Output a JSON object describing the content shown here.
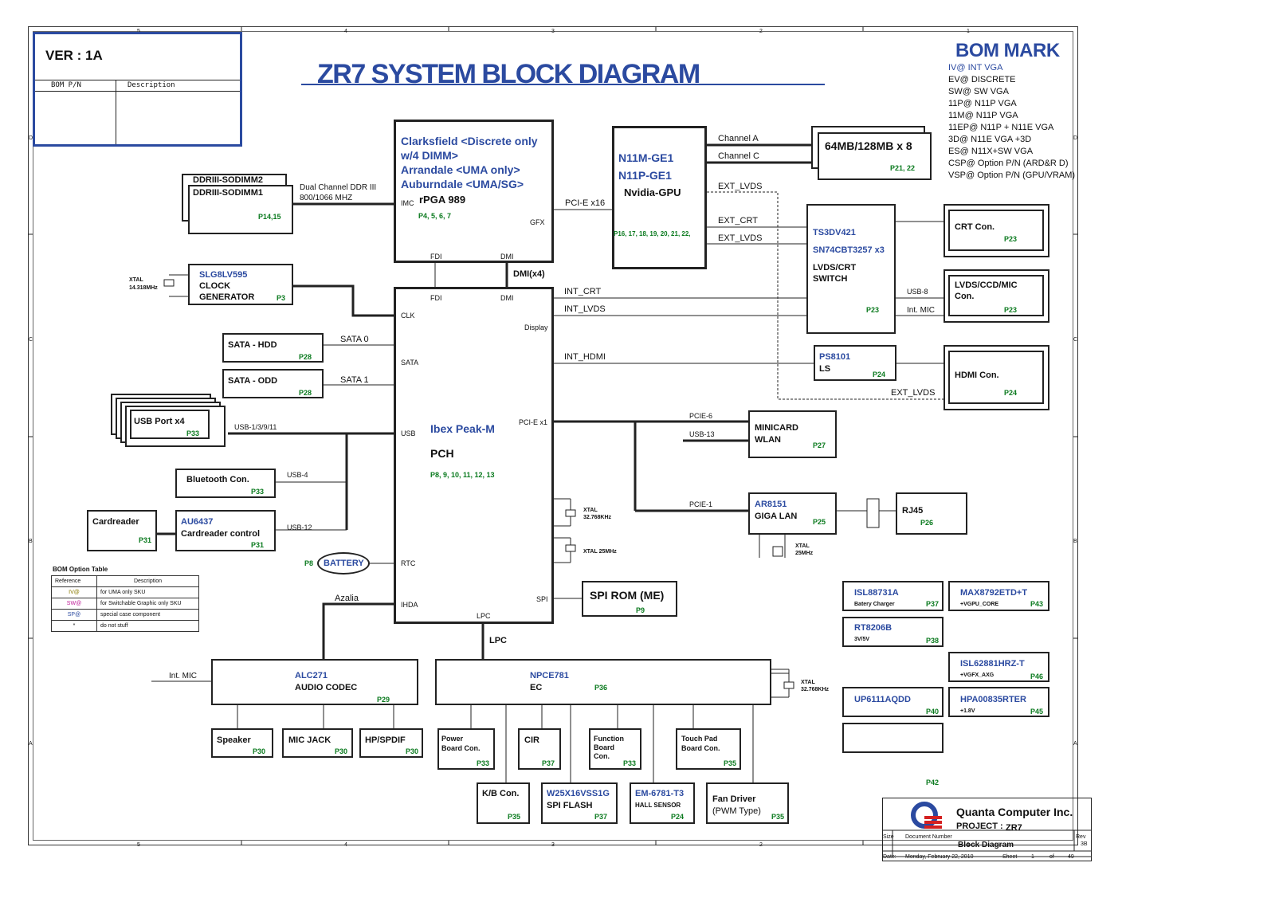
{
  "header": {
    "version": "VER : 1A",
    "bom_pn_label": "BOM P/N",
    "description_label": "Description",
    "title": "ZR7 SYSTEM BLOCK DIAGRAM"
  },
  "bom_mark": {
    "title": "BOM MARK",
    "lines": [
      "IV@ INT VGA",
      "EV@ DISCRETE",
      "SW@ SW VGA",
      "11P@ N11P VGA",
      "11M@ N11P VGA",
      "11EP@ N11P + N11E VGA",
      "3D@ N11E VGA +3D",
      "ES@ N11X+SW VGA",
      "CSP@ Option P/N (ARD&R D)",
      "VSP@ Option P/N (GPU/VRAM)"
    ]
  },
  "cpu": {
    "l1": "Clarksfield <Discrete only",
    "l2": "w/4 DIMM>",
    "l3": "Arrandale <UMA only>",
    "l4": "Auburndale <UMA/SG>",
    "imc": "IMC",
    "socket": "rPGA 989",
    "pages": "P4, 5, 6, 7",
    "gfx": "GFX",
    "fdi": "FDI",
    "dmi": "DMI"
  },
  "dimm": {
    "l1": "DDRIII-SODIMM2",
    "l2": "DDRIII-SODIMM1",
    "page": "P14,15",
    "bus1": "Dual Channel DDR III",
    "bus2": "800/1066 MHZ"
  },
  "clock": {
    "name": "SLG8LV595",
    "l2": "CLOCK",
    "l3": "GENERATOR",
    "page": "P3",
    "xtal1": "XTAL",
    "xtal2": "14.318MHz"
  },
  "gpu": {
    "l1": "N11M-GE1",
    "l2": "N11P-GE1",
    "l3": "Nvidia-GPU",
    "pages": "P16, 17, 18, 19, 20, 21, 22,",
    "pcie": "PCI-E x16"
  },
  "vram": {
    "label": "64MB/128MB x 8",
    "page": "P21, 22",
    "ch_a": "Channel A",
    "ch_c": "Channel C"
  },
  "gpu_sig": {
    "ext_lvds": "EXT_LVDS",
    "ext_crt": "EXT_CRT",
    "ext_lvds2": "EXT_LVDS"
  },
  "switch": {
    "l1": "TS3DV421",
    "l2": "SN74CBT3257 x3",
    "l3": "LVDS/CRT",
    "l4": "SWITCH",
    "page": "P23"
  },
  "crt": {
    "label": "CRT Con.",
    "page": "P23"
  },
  "lvds": {
    "l1": "LVDS/CCD/MIC",
    "l2": "Con.",
    "page": "P23",
    "usb8": "USB-8",
    "intmic": "Int. MIC"
  },
  "ps8101": {
    "l1": "PS8101",
    "l2": "LS",
    "page": "P24"
  },
  "hdmi": {
    "label": "HDMI Con.",
    "page": "P24",
    "ext_lvds": "EXT_LVDS"
  },
  "pch": {
    "name": "Ibex Peak-M",
    "l2": "PCH",
    "pages": "P8, 9, 10, 11, 12, 13",
    "fdi": "FDI",
    "dmi": "DMI",
    "clk": "CLK",
    "sata": "SATA",
    "usb": "USB",
    "rtc": "RTC",
    "ihda": "IHDA",
    "lpc": "LPC",
    "spi": "SPI",
    "display": "Display",
    "pcie": "PCI-E x1",
    "dmi_x4": "DMI(x4)",
    "int_crt": "INT_CRT",
    "int_lvds": "INT_LVDS",
    "int_hdmi": "INT_HDMI"
  },
  "sata_hdd": {
    "label": "SATA - HDD",
    "page": "P28",
    "bus": "SATA 0"
  },
  "sata_odd": {
    "label": "SATA - ODD",
    "page": "P28",
    "bus": "SATA 1"
  },
  "usb_port": {
    "label": "USB Port x4",
    "page": "P33",
    "bus": "USB-1/3/9/11"
  },
  "bluetooth": {
    "label": "Bluetooth Con.",
    "page": "P33",
    "bus": "USB-4"
  },
  "cardreader": {
    "label": "Cardreader",
    "page": "P31"
  },
  "cr_ctrl": {
    "name": "AU6437",
    "label": "Cardreader control",
    "page": "P31",
    "bus": "USB-12"
  },
  "battery": {
    "label": "BATTERY",
    "page": "P8"
  },
  "bom_table": {
    "title": "BOM Option Table",
    "header": [
      "Reference",
      "Description"
    ],
    "rows": [
      {
        "ref": "IV@",
        "desc": "for UMA only SKU",
        "color": "#8a7a00"
      },
      {
        "ref": "SW@",
        "desc": "for Switchable Graphic only SKU",
        "color": "#c0209a"
      },
      {
        "ref": "SP@",
        "desc": "special case component",
        "color": "#2b4aa0"
      },
      {
        "ref": "*",
        "desc": "do not stuff",
        "color": "#333333"
      }
    ]
  },
  "minicard": {
    "l1": "MINICARD",
    "l2": "WLAN",
    "page": "P27",
    "pcie": "PCIE-6",
    "usb": "USB-13"
  },
  "lan": {
    "name": "AR8151",
    "l2": "GIGA LAN",
    "page": "P25",
    "pcie": "PCIE-1",
    "xtal1": "XTAL",
    "xtal2": "25MHz"
  },
  "rj45": {
    "label": "RJ45",
    "page": "P26"
  },
  "pch_xtal": {
    "x1": "XTAL",
    "x1b": "32.768KHz",
    "x2": "XTAL 25MHz"
  },
  "spirom": {
    "label": "SPI ROM (ME)",
    "page": "P9"
  },
  "audio": {
    "name": "ALC271",
    "l2": "AUDIO CODEC",
    "page": "P29",
    "azalia": "Azalia",
    "intmic": "Int. MIC"
  },
  "ec": {
    "name": "NPCE781",
    "l2": "EC",
    "page": "P36",
    "lpc": "LPC",
    "xtal1": "XTAL",
    "xtal2": "32.768KHz"
  },
  "speaker": {
    "label": "Speaker",
    "page": "P30"
  },
  "micjack": {
    "label": "MIC JACK",
    "page": "P30"
  },
  "hpspdif": {
    "label": "HP/SPDIF",
    "page": "P30"
  },
  "powerboard": {
    "l1": "Power",
    "l2": "Board Con.",
    "page": "P33"
  },
  "cir": {
    "label": "CIR",
    "page": "P37"
  },
  "funcboard": {
    "l1": "Function",
    "l2": "Board",
    "l3": "Con.",
    "page": "P33"
  },
  "touchpad": {
    "l1": "Touch Pad",
    "l2": "Board Con.",
    "page": "P35"
  },
  "kb": {
    "label": "K/B Con.",
    "page": "P35"
  },
  "spiflash": {
    "name": "W25X16VSS1G",
    "l2": "SPI FLASH",
    "page": "P37"
  },
  "hall": {
    "name": "EM-6781-T3",
    "l2": "HALL SENSOR",
    "page": "P24"
  },
  "fan": {
    "l1": "Fan Driver",
    "l2": "(PWM Type)",
    "page": "P35"
  },
  "power_ics": [
    {
      "name": "ISL88731A",
      "sub": "Batery Charger",
      "page": "P37"
    },
    {
      "name": "MAX8792ETD+T",
      "sub": "+VGPU_CORE",
      "page": "P43"
    },
    {
      "name": "RT8206B",
      "sub": "3V/5V",
      "page": "P38"
    },
    {
      "name": "ISL62881HRZ-T",
      "sub": "+VGFX_AXG",
      "page": "P46"
    },
    {
      "name": "UP6111AQDD",
      "sub": "",
      "page": "P40"
    },
    {
      "name": "HPA00835RTER",
      "sub": "+1.8V",
      "page": "P45"
    },
    {
      "name": "",
      "sub": "",
      "page": "P42"
    }
  ],
  "titleblock": {
    "company": "Quanta Computer Inc.",
    "project_label": "PROJECT :",
    "project": "ZR7",
    "size": "Size",
    "docnum": "Document Number",
    "rev": "Rev",
    "rev_val": "3B",
    "doc": "Block Diagram",
    "date_label": "Date:",
    "date": "Monday, February 22, 2010",
    "sheet": "Sheet",
    "sheet_num": "1",
    "of": "of",
    "total": "49"
  },
  "border_marks": {
    "top": [
      "5",
      "4",
      "3",
      "2",
      "1"
    ],
    "side": [
      "D",
      "C",
      "B",
      "A"
    ]
  }
}
